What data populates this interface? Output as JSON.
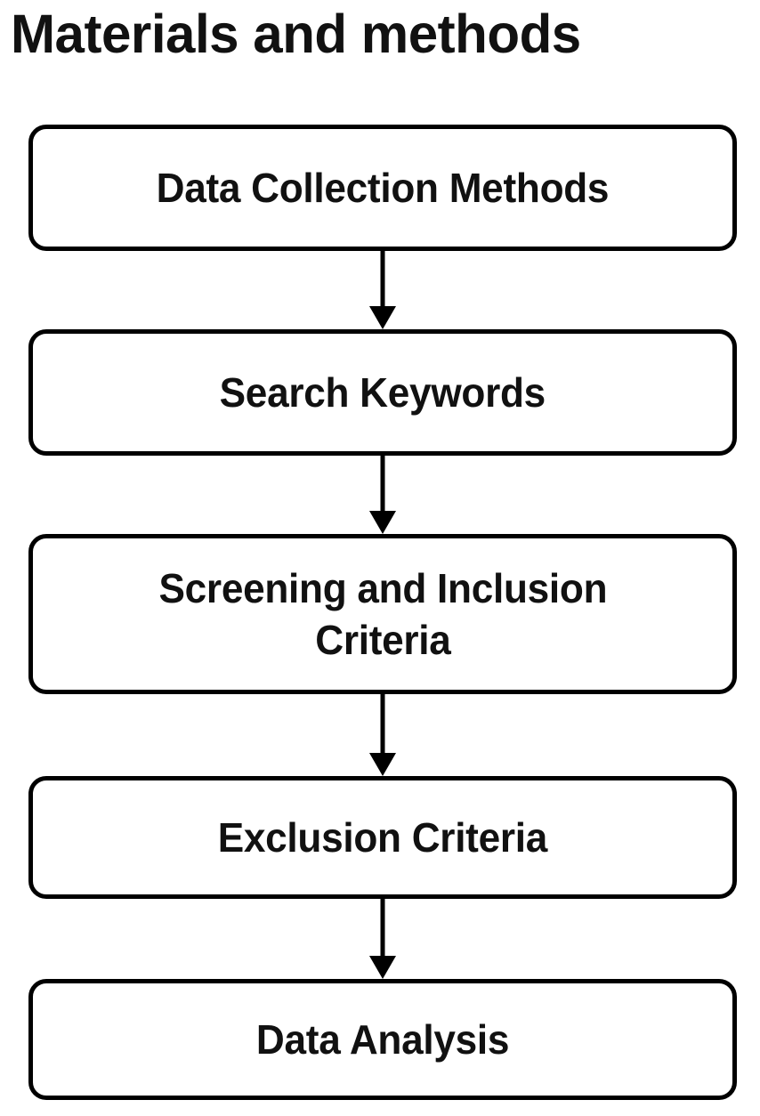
{
  "title": "Materials and methods",
  "colors": {
    "background": "#ffffff",
    "box_fill": "#ffffff",
    "box_border": "#000000",
    "text": "#111111",
    "arrow": "#000000"
  },
  "flowchart": {
    "type": "vertical-flowchart",
    "direction": "top-to-bottom",
    "node_count": 5,
    "connector_count": 4,
    "nodes": [
      {
        "id": "data-collection-methods",
        "label": "Data Collection Methods",
        "order": 1
      },
      {
        "id": "search-keywords",
        "label": "Search Keywords",
        "order": 2
      },
      {
        "id": "screening-and-inclusion-criteria",
        "label": "Screening and Inclusion\nCriteria",
        "order": 3
      },
      {
        "id": "exclusion-criteria",
        "label": "Exclusion Criteria",
        "order": 4
      },
      {
        "id": "data-analysis",
        "label": "Data Analysis",
        "order": 5
      }
    ],
    "connectors": [
      {
        "from": "data-collection-methods",
        "to": "search-keywords",
        "style": "arrow-down"
      },
      {
        "from": "search-keywords",
        "to": "screening-and-inclusion-criteria",
        "style": "arrow-down"
      },
      {
        "from": "screening-and-inclusion-criteria",
        "to": "exclusion-criteria",
        "style": "arrow-down"
      },
      {
        "from": "exclusion-criteria",
        "to": "data-analysis",
        "style": "arrow-down"
      }
    ]
  }
}
